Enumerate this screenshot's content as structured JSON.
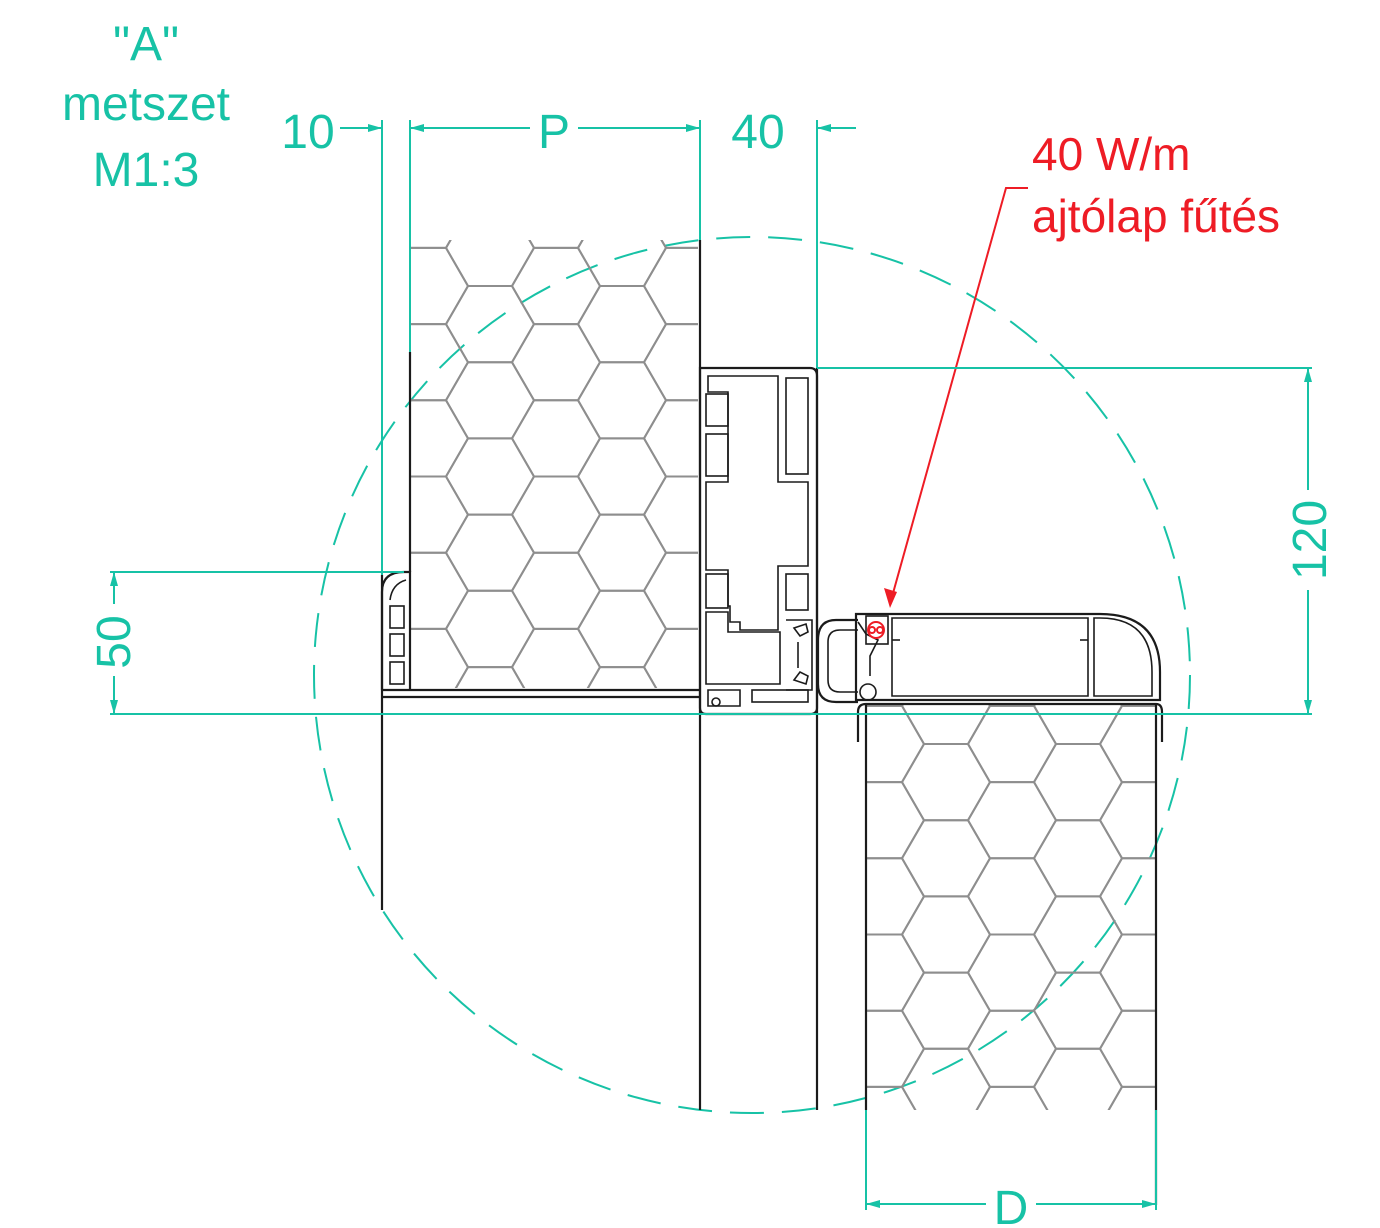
{
  "title": {
    "line1": "\"A\"",
    "line2": "metszet",
    "line3": "M1:3"
  },
  "dimensions": {
    "dim_10": "10",
    "dim_p": "P",
    "dim_40": "40",
    "dim_120": "120",
    "dim_50": "50",
    "dim_d": "D"
  },
  "annotation": {
    "line1": "40 W/m",
    "line2": "ajtólap fűtés"
  },
  "colors": {
    "dimension": "#17c2a6",
    "annotation": "#ee1c25",
    "outline": "#1b1b1b",
    "honeycomb": "#8e8e8e"
  }
}
